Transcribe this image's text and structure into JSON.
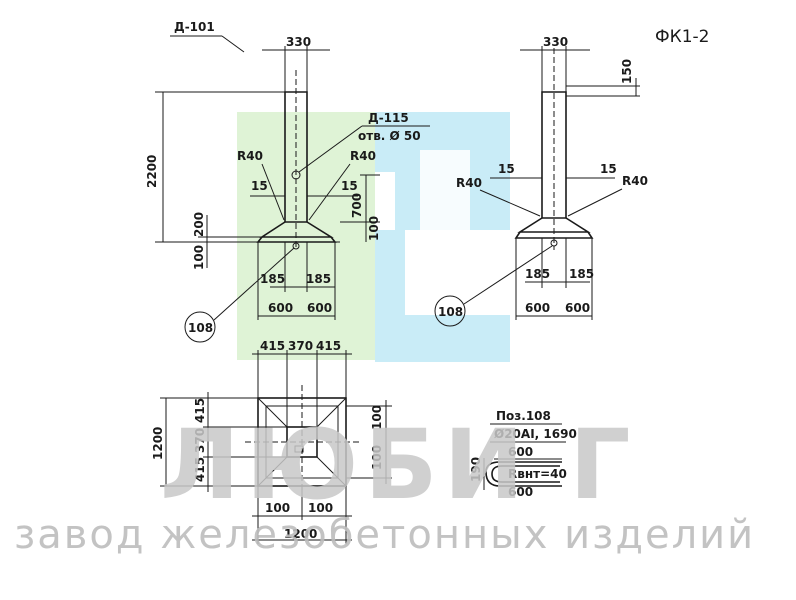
{
  "title": "ФК1-2",
  "watermark": {
    "brand": "ЛЮБИ Г",
    "tagline": "завод железобетонных изделий",
    "colors": {
      "green": "#dff3d6",
      "cyan": "#c9ecf7"
    }
  },
  "front_view": {
    "ref_d101": "Д-101",
    "ref_d115": "Д-115",
    "hole": "отв. Ø 50",
    "top_width": "330",
    "total_height": "2200",
    "radius_left": "R40",
    "radius_right": "R40",
    "chamfer_left": "15",
    "chamfer_right": "15",
    "height_700": "700",
    "height_200": "200",
    "height_100_left": "100",
    "height_100_right": "100",
    "offset_left": "185",
    "offset_right": "185",
    "half_left": "600",
    "half_right": "600",
    "bar_ref": "108"
  },
  "side_view": {
    "top_width": "330",
    "top_height": "150",
    "chamfer_left": "15",
    "chamfer_right": "15",
    "radius_left": "R40",
    "radius_right": "R40",
    "offset_left": "185",
    "offset_right": "185",
    "half_left": "600",
    "half_right": "600",
    "bar_ref": "108"
  },
  "plan_view": {
    "top_a": "415",
    "top_b": "370",
    "top_c": "415",
    "left_a": "415",
    "left_b": "370",
    "left_c": "415",
    "total_height": "1200",
    "right_top": "100",
    "right_bottom": "100",
    "bottom_left": "100",
    "bottom_right": "100",
    "total_width": "1200"
  },
  "bar_detail": {
    "position": "Поз.108",
    "spec": "Ø20АI, 1690",
    "length_top": "600",
    "length_bottom": "600",
    "height": "190",
    "radius": "Rвнт=40"
  }
}
